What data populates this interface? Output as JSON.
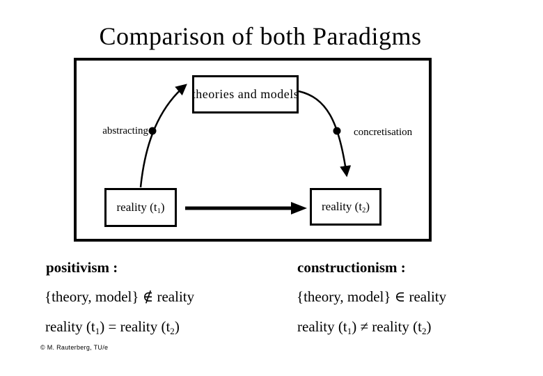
{
  "slide": {
    "title": "Comparison of both Paradigms"
  },
  "diagram": {
    "top_box_label": "theories and models",
    "abstracting_label": "abstracting",
    "concretisation_label": "concretisation",
    "reality_t1": [
      {
        "t": "reality (t"
      },
      {
        "t": "1",
        "sub": true
      },
      {
        "t": ")"
      }
    ],
    "reality_t2": [
      {
        "t": "reality (t"
      },
      {
        "t": "2",
        "sub": true
      },
      {
        "t": ")"
      }
    ],
    "line_color": "#000000",
    "background_color": "#ffffff"
  },
  "comparison": {
    "positivism": {
      "heading": "positivism :",
      "membership": "{theory, model}  ∉  reality",
      "identity": [
        {
          "t": "reality (t"
        },
        {
          "t": "1",
          "sub": true
        },
        {
          "t": ") = reality (t"
        },
        {
          "t": "2",
          "sub": true
        },
        {
          "t": ")"
        }
      ]
    },
    "constructionism": {
      "heading": "constructionism :",
      "membership": "{theory, model}  ∈  reality",
      "identity": [
        {
          "t": "reality (t"
        },
        {
          "t": "1",
          "sub": true
        },
        {
          "t": ") ≠ reality (t"
        },
        {
          "t": "2",
          "sub": true
        },
        {
          "t": ")"
        }
      ]
    }
  },
  "footer": {
    "copyright": "© M. Rauterberg, TU/e"
  }
}
